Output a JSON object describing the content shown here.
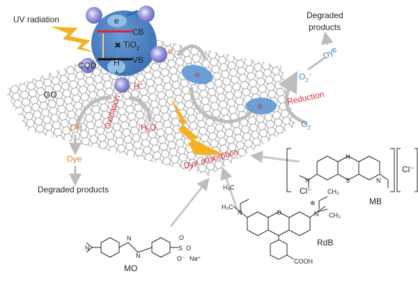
{
  "labels": {
    "uv_radiation": "UV radiation",
    "electron": "e",
    "cb": "CB",
    "tio2": {
      "base": "TiO",
      "sub": "2"
    },
    "vb": "VB",
    "hole": "H",
    "hole_plus": "+",
    "cqd": "CQD",
    "go": "GO",
    "h_plus": "H",
    "h_plus_sup": "+",
    "e_minus": "e",
    "oxidation": "Oxidation",
    "oh": "OH",
    "h2o": {
      "base": "H",
      "sub": "2",
      "end": "O"
    },
    "dye_left": "Dye",
    "degraded_left": "Degraded products",
    "dye_adsorption": "Dye adsorption",
    "e_sheet_1": "e",
    "e_sheet_2": "e",
    "o2_minus": {
      "base": "O",
      "sub": "2",
      "sup": "−"
    },
    "o2": {
      "base": "O",
      "sub": "2"
    },
    "reduction": "Reduction",
    "dye_right": "Dye",
    "degraded_right_1": "Degraded",
    "degraded_right_2": "products"
  },
  "molecules": {
    "mb": {
      "name": "MB",
      "counter_ion": "Cl⁻",
      "n_ring": "N",
      "s_ring": "S",
      "n_left": "N",
      "n_right": "N"
    },
    "rdb": {
      "name": "RdB",
      "counter_ion": "Cl⁻",
      "h3c_1": "H₃C",
      "h3c_2": "H₃C",
      "n_left": "N",
      "n_right": "N",
      "n_plus": "⊕",
      "o_ring": "O",
      "ch3_1": "CH₃",
      "ch3_2": "CH₃",
      "cooh": "COOH"
    },
    "mo": {
      "name": "MO",
      "n_amine": "N",
      "n_azo_1": "N",
      "n_azo_2": "N",
      "s": "S",
      "o1": "O",
      "o2": "O",
      "o_minus": "O⁻",
      "na": "Na⁺"
    }
  },
  "colors": {
    "tio2": "#4f86c6",
    "cqd": "#8f8fd8",
    "bolt": "#f3b224",
    "red": "#d6303a",
    "blue_text": "#4a86b8",
    "orange": "#e07b2e"
  }
}
